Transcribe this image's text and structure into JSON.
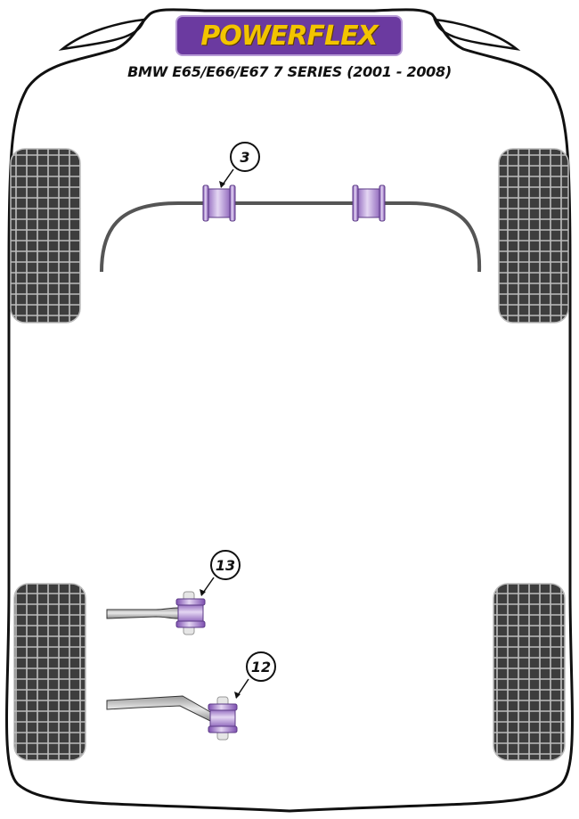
{
  "header": {
    "brand": "POWERFLEX",
    "subtitle": "BMW E65/E66/E67 7 SERIES (2001 - 2008)"
  },
  "colors": {
    "brand_purple": "#6b3aa0",
    "brand_yellow": "#f2c400",
    "bush_purple": "#9a6cc8",
    "tyre_dark": "#3d3d3d",
    "bar_grey": "#555555"
  },
  "diagram": {
    "view": "top-down vehicle outline",
    "tyres": [
      "front-left",
      "front-right",
      "rear-left",
      "rear-right"
    ],
    "callouts": [
      {
        "number": "3",
        "part": "front anti-roll bar bush"
      },
      {
        "number": "13",
        "part": "rear arm bush (upper)"
      },
      {
        "number": "12",
        "part": "rear arm bush (lower)"
      }
    ]
  }
}
